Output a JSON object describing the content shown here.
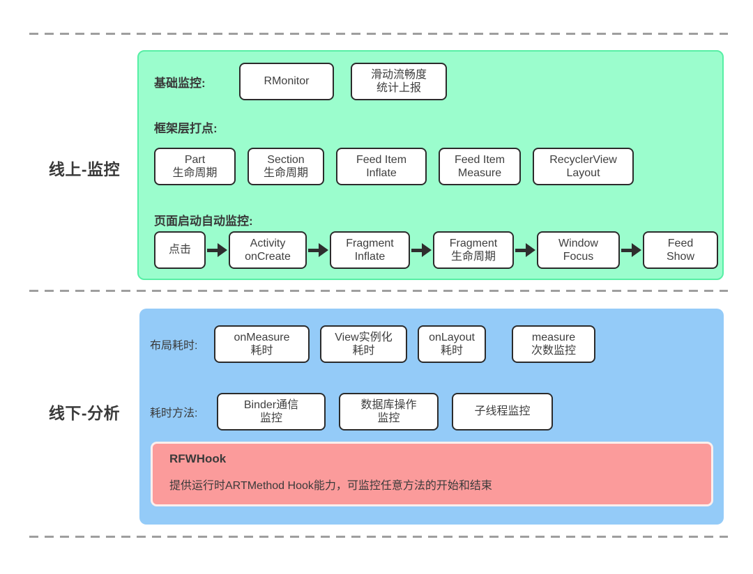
{
  "colors": {
    "green-fill": "#9BFDCD",
    "green-border": "#57EFA5",
    "blue-fill": "#94CBF8",
    "red-fill": "#FB9B9B",
    "red-border": "#FCEFED",
    "box-border": "#2B2B2B",
    "box-fill": "#FFFFFF",
    "text": "#3E3E3E",
    "dash": "#9E9E9E",
    "arrow": "#2E2E2E"
  },
  "online": {
    "section_label": "线上-监控",
    "basic": {
      "label": "基础监控:",
      "boxes": [
        "RMonitor",
        "滑动流畅度\n统计上报"
      ]
    },
    "frame": {
      "label": "框架层打点:",
      "boxes": [
        "Part\n生命周期",
        "Section\n生命周期",
        "Feed Item\nInflate",
        "Feed Item\nMeasure",
        "RecyclerView\nLayout"
      ]
    },
    "auto": {
      "label": "页面启动自动监控:",
      "flow": [
        "点击",
        "Activity\nonCreate",
        "Fragment\nInflate",
        "Fragment\n生命周期",
        "Window\nFocus",
        "Feed\nShow"
      ]
    }
  },
  "offline": {
    "section_label": "线下-分析",
    "layout": {
      "label": "布局耗时:",
      "boxes": [
        "onMeasure\n耗时",
        "View实例化\n耗时",
        "onLayout\n耗时",
        "measure\n次数监控"
      ]
    },
    "methods": {
      "label": "耗时方法:",
      "boxes": [
        "Binder通信\n监控",
        "数据库操作\n监控",
        "子线程监控"
      ]
    },
    "hook": {
      "title": "RFWHook",
      "desc": "提供运行时ARTMethod Hook能力，可监控任意方法的开始和结束"
    }
  }
}
